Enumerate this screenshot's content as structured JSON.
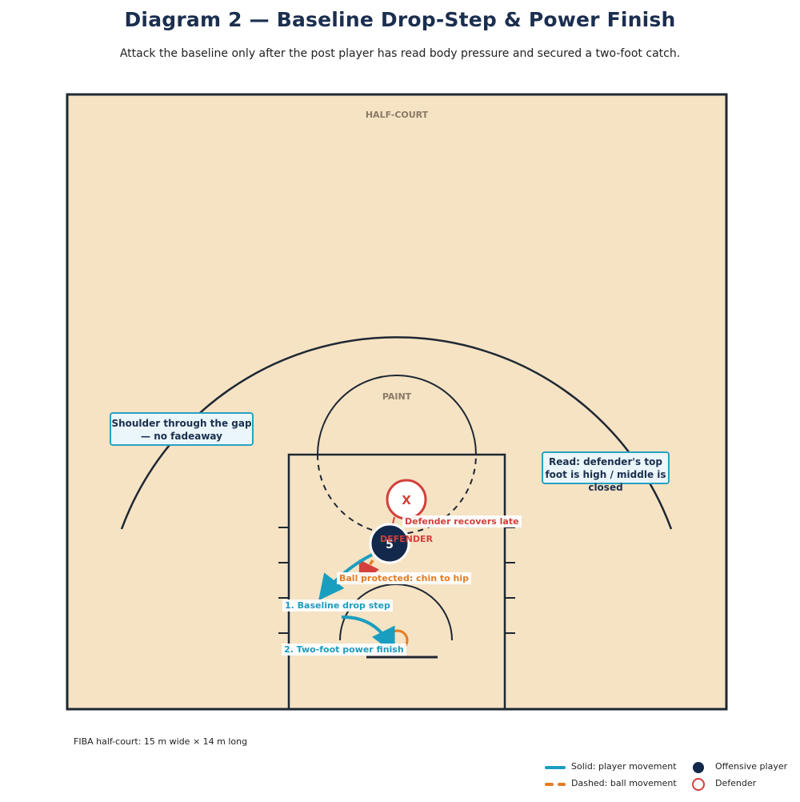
{
  "header": {
    "title": "Diagram 2 — Baseline Drop-Step & Power Finish",
    "subtitle": "Attack the baseline only after the post player has read body pressure and secured a two-foot catch."
  },
  "court": {
    "half_court_label": "HALF-COURT",
    "paint_label": "PAINT",
    "footnote": "FIBA half-court: 15 m wide × 14 m long"
  },
  "players": {
    "offense_number": "5",
    "defender_mark": "X",
    "defender_tag": "DEFENDER"
  },
  "notes": {
    "left_callout": "Shoulder through the gap — no fadeaway",
    "right_callout": "Read: defender's top foot is high / middle is closed"
  },
  "labels": {
    "defender_recovers": "Defender recovers late",
    "ball_protected": "Ball protected: chin to hip",
    "step1": "1. Baseline drop step",
    "step2": "2. Two-foot power finish"
  },
  "legend": {
    "solid": "Solid: player movement",
    "dashed": "Dashed: ball movement",
    "offensive": "Offensive player",
    "defender": "Defender"
  },
  "colors": {
    "court_fill": "#f5e3c4",
    "line": "#1f2733",
    "movement": "#1a9ec0",
    "ball": "#e57c23",
    "defender": "#d43f3a",
    "offense": "#13294b"
  }
}
